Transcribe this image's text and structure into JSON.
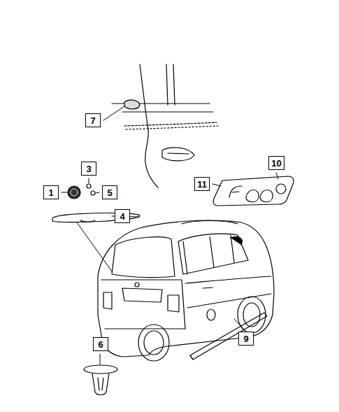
{
  "diagram": {
    "nodes": [
      {
        "text": [
          "7"
        ]
      },
      {
        "text": [
          "10"
        ]
      },
      {
        "text": [
          "11"
        ]
      },
      {
        "text": [
          "3"
        ]
      },
      {
        "text": [
          "1"
        ]
      },
      {
        "text": [
          "5"
        ]
      },
      {
        "text": [
          "4"
        ]
      },
      {
        "text": [
          "6"
        ]
      },
      {
        "text": [
          "9"
        ]
      }
    ]
  }
}
